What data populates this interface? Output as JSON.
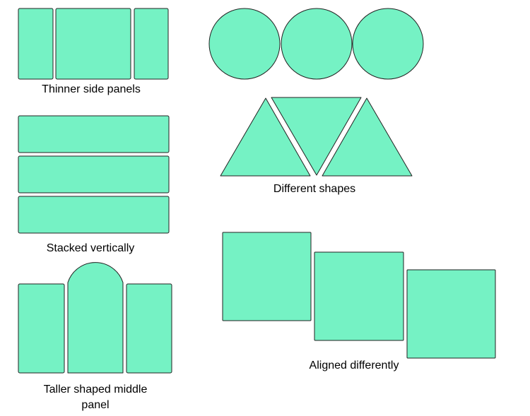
{
  "colors": {
    "fill": "#75F2C4",
    "stroke": "#222222"
  },
  "groups": {
    "thinner_side_panels": {
      "label": "Thinner side panels"
    },
    "different_shapes": {
      "label": "Different shapes"
    },
    "stacked_vertically": {
      "label": "Stacked vertically"
    },
    "taller_middle": {
      "label_line1": "Taller shaped middle",
      "label_line2": "panel"
    },
    "aligned_differently": {
      "label": "Aligned differently"
    }
  }
}
